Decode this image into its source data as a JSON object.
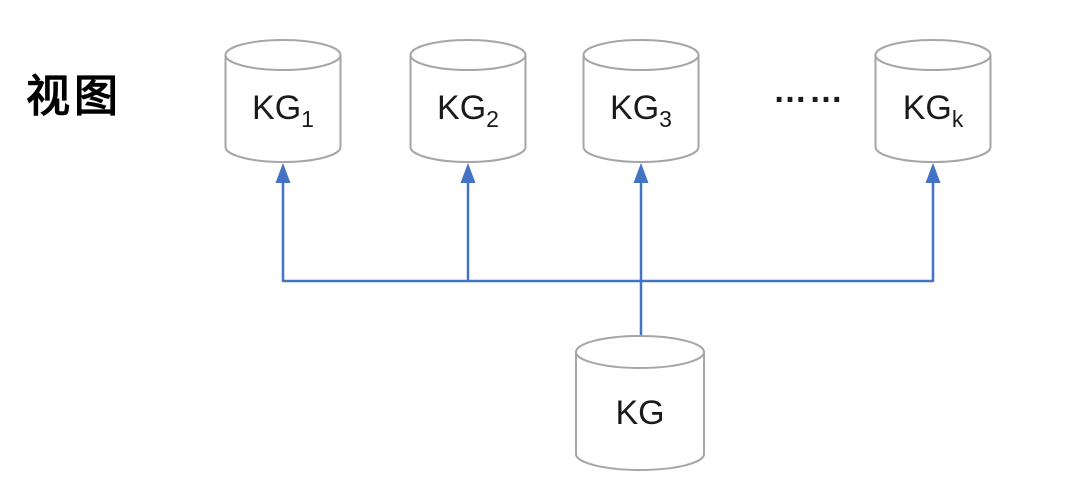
{
  "diagram": {
    "view_label": "视图",
    "ellipsis": "……",
    "nodes": [
      {
        "id": "kg1",
        "label": "KG",
        "subscript": "1"
      },
      {
        "id": "kg2",
        "label": "KG",
        "subscript": "2"
      },
      {
        "id": "kg3",
        "label": "KG",
        "subscript": "3"
      },
      {
        "id": "kgk",
        "label": "KG",
        "subscript": "k"
      },
      {
        "id": "kg",
        "label": "KG",
        "subscript": ""
      }
    ],
    "edges": [
      {
        "from": "kg",
        "to": "kg1"
      },
      {
        "from": "kg",
        "to": "kg2"
      },
      {
        "from": "kg",
        "to": "kg3"
      },
      {
        "from": "kg",
        "to": "kgk"
      }
    ],
    "colors": {
      "connector_blue": "#4472C4",
      "cylinder_stroke": "#A6A6A6",
      "text": "#000000",
      "background": "#FFFFFF"
    }
  }
}
